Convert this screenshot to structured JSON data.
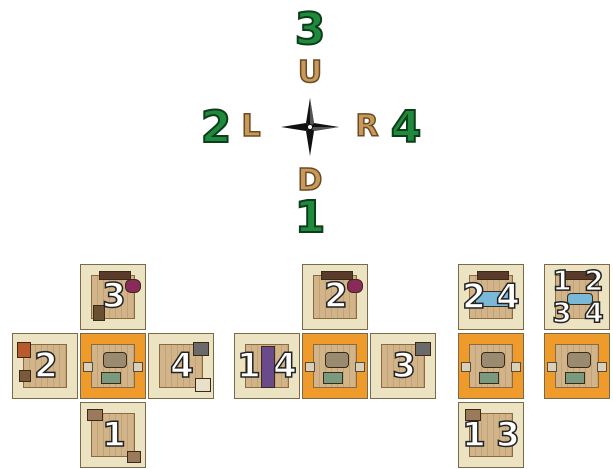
{
  "compass": {
    "up_number": "3",
    "up_letter": "U",
    "left_number": "2",
    "left_letter": "L",
    "right_letter": "R",
    "right_number": "4",
    "down_letter": "D",
    "down_number": "1"
  },
  "layouts": [
    {
      "top": "3",
      "left": "2",
      "right": "4",
      "bottom": "1"
    },
    {
      "top": "2",
      "left_a": "1",
      "left_b": "4",
      "right": "3"
    },
    {
      "top_a": "2",
      "top_b": "4",
      "bottom_a": "1",
      "bottom_b": "3"
    },
    {
      "a": "1",
      "b": "2",
      "c": "3",
      "d": "4"
    }
  ],
  "colors": {
    "number_green": "#1f8a3c",
    "letter_tan": "#c79a5c",
    "center_tile_orange": "#ee9b2c",
    "room_tile_cream": "#ece3c3"
  }
}
